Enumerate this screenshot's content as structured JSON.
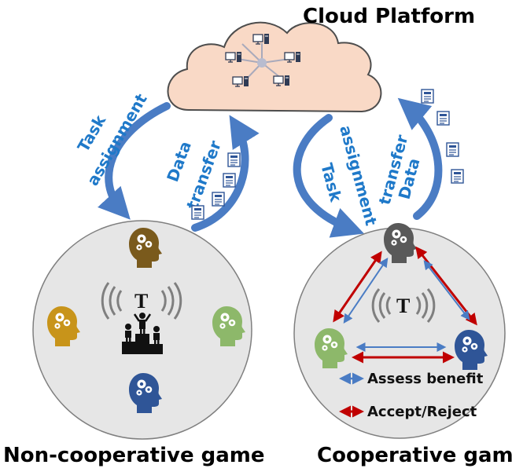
{
  "titles": {
    "cloud": "Cloud Platform",
    "noncooperative": "Non-cooperative game",
    "cooperative": "Cooperative game"
  },
  "arrow_labels": {
    "left_task_line1": "Task",
    "left_task_line2": "assignment",
    "left_data_line1": "Data",
    "left_data_line2": "transfer",
    "right_task_line1": "Task",
    "right_task_line2": "assignment",
    "right_data_line1": "Data",
    "right_data_line2": "transfer"
  },
  "center_symbol": "T",
  "legend": {
    "assess": "Assess benefit",
    "accept": "Accept/Reject"
  },
  "colors": {
    "cloud_fill": "#f9d9c6",
    "circle_fill": "#e6e6e6",
    "arrow_blue": "#4a7cc4",
    "label_blue": "#1f79c9",
    "red_arrow": "#c00000",
    "head_brown": "#7a5a1c",
    "head_gold": "#c8941a",
    "head_green": "#8db86a",
    "head_navy": "#2f5597",
    "head_gray": "#595959"
  }
}
